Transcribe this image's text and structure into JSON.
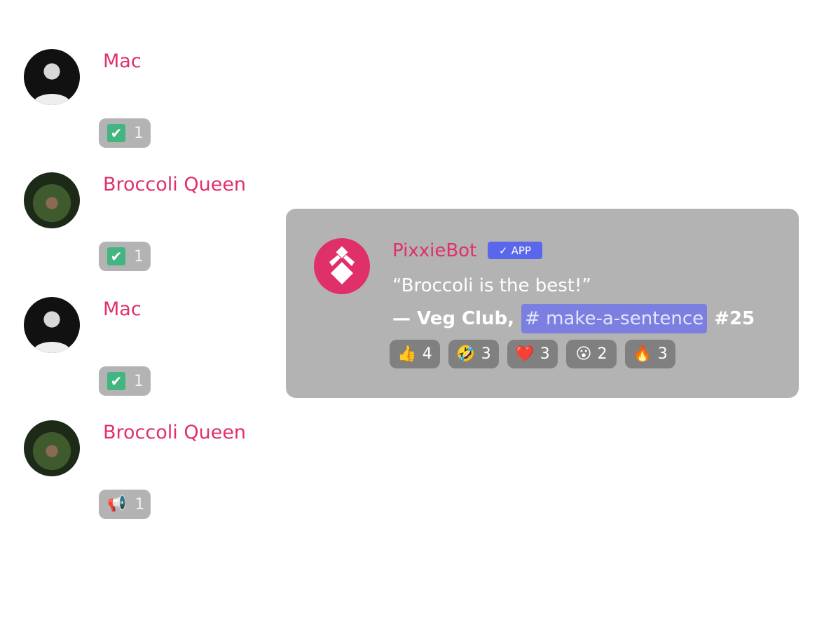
{
  "messages": [
    {
      "author": "Mac",
      "avatar": "mac",
      "reaction": {
        "icon": "check-box-icon",
        "emoji": "✔",
        "count": "1"
      }
    },
    {
      "author": "Broccoli Queen",
      "avatar": "broccoli",
      "reaction": {
        "icon": "check-box-icon",
        "emoji": "✔",
        "count": "1"
      }
    },
    {
      "author": "Mac",
      "avatar": "mac",
      "reaction": {
        "icon": "check-box-icon",
        "emoji": "✔",
        "count": "1"
      }
    },
    {
      "author": "Broccoli Queen",
      "avatar": "broccoli",
      "reaction": {
        "icon": "megaphone-icon",
        "emoji": "📢",
        "count": "1"
      }
    }
  ],
  "card": {
    "bot_name": "PixxieBot",
    "badge": "APP",
    "badge_check": "✓",
    "quote": "“Broccoli is the best!”",
    "attribution": "— Veg Club,",
    "channel": "# make-a-sentence",
    "number": "#25",
    "reactions": [
      {
        "emoji": "👍",
        "count": "4"
      },
      {
        "emoji": "🤣",
        "count": "3"
      },
      {
        "emoji": "❤️",
        "count": "3"
      },
      {
        "emoji": "😮",
        "count": "2"
      },
      {
        "emoji": "🔥",
        "count": "3"
      }
    ]
  },
  "colors": {
    "accent": "#e0306a",
    "badge": "#5b67ea",
    "mention": "#7b80e0",
    "check": "#43b581"
  }
}
